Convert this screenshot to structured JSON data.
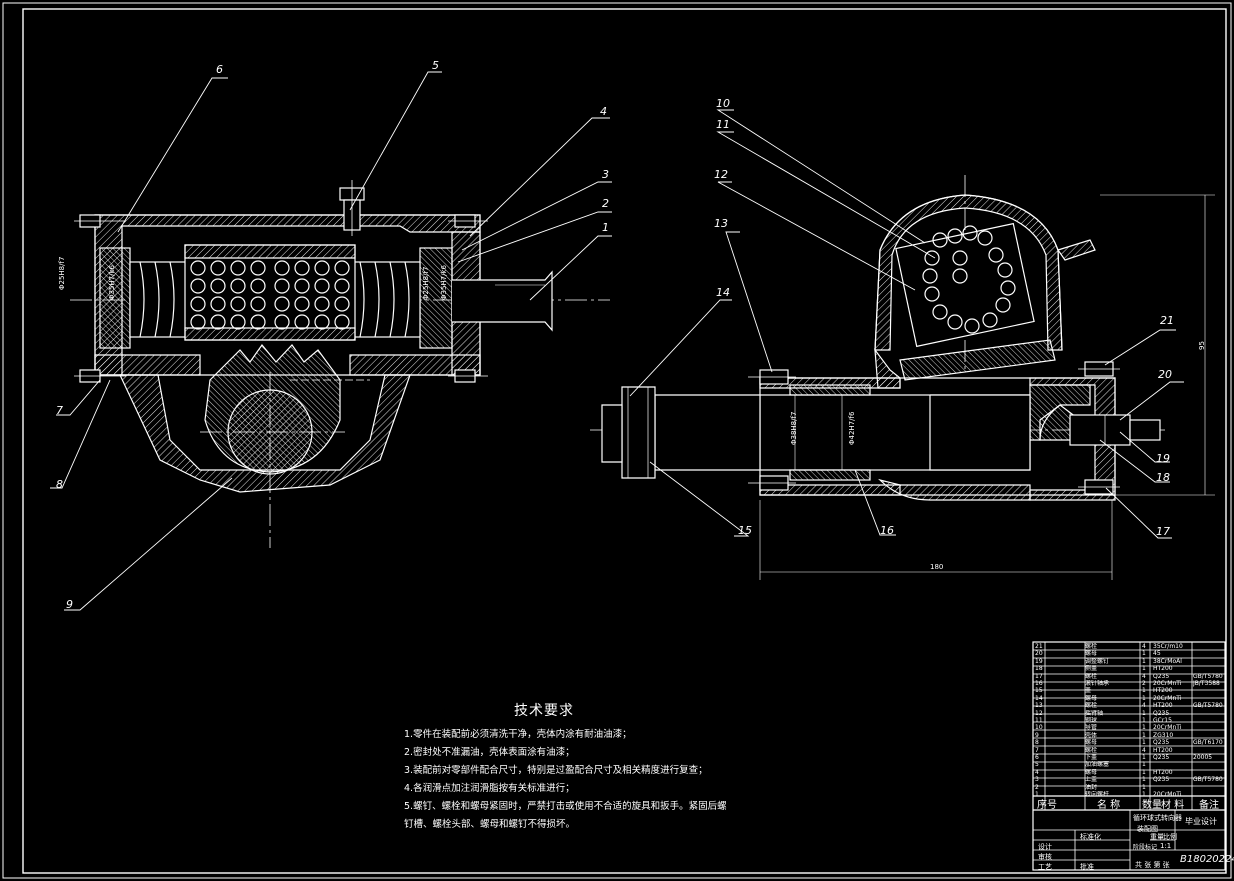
{
  "balloons": [
    "1",
    "2",
    "3",
    "4",
    "5",
    "6",
    "7",
    "8",
    "9",
    "10",
    "11",
    "12",
    "13",
    "14",
    "15",
    "16",
    "17",
    "18",
    "19",
    "20",
    "21"
  ],
  "dims": {
    "d1": "Φ25H8/f7",
    "d2": "Φ35H7/k6",
    "d3": "Φ25H8/f7",
    "d4": "Φ35H7/k6",
    "d5": "Φ38H8/f7",
    "d6": "Φ42H7/f6",
    "height": "95",
    "length": "180"
  },
  "notes": {
    "title": "技术要求",
    "lines": [
      "1.零件在装配前必须清洗干净，壳体内涂有耐油油漆；",
      "2.密封处不准漏油，壳体表面涂有油漆；",
      "3.装配前对零部件配合尺寸，特别是过盈配合尺寸及相关精度进行复查；",
      "4.各润滑点加注润滑脂按有关标准进行；",
      "5.螺钉、螺栓和螺母紧固时，严禁打击或使用不合适的旋具和扳手。紧固后螺",
      "钉槽、螺栓头部、螺母和螺钉不得损坏。"
    ]
  },
  "bom": {
    "rows": [
      {
        "no": "21",
        "name": "螺栓",
        "qty": "4",
        "mat": "35Cr/m10",
        "rem": ""
      },
      {
        "no": "20",
        "name": "螺母",
        "qty": "1",
        "mat": "45",
        "rem": ""
      },
      {
        "no": "19",
        "name": "调整螺钉",
        "qty": "1",
        "mat": "38CrMoAl",
        "rem": ""
      },
      {
        "no": "18",
        "name": "侧盖",
        "qty": "1",
        "mat": "HT200",
        "rem": ""
      },
      {
        "no": "17",
        "name": "螺栓",
        "qty": "4",
        "mat": "Q235",
        "rem": "GB/T5780"
      },
      {
        "no": "16",
        "name": "滚针轴承",
        "qty": "2",
        "mat": "20CrMnTi",
        "rem": "JB/T3588"
      },
      {
        "no": "15",
        "name": "盖",
        "qty": "1",
        "mat": "HT200",
        "rem": ""
      },
      {
        "no": "14",
        "name": "螺母",
        "qty": "1",
        "mat": "20CrMnTi",
        "rem": ""
      },
      {
        "no": "13",
        "name": "螺栓",
        "qty": "4",
        "mat": "HT200",
        "rem": "GB/T5780"
      },
      {
        "no": "12",
        "name": "摇臂轴",
        "qty": "1",
        "mat": "Q235",
        "rem": ""
      },
      {
        "no": "11",
        "name": "钢球",
        "qty": "1",
        "mat": "GCr15",
        "rem": ""
      },
      {
        "no": "10",
        "name": "导管",
        "qty": "1",
        "mat": "20CrMnTi",
        "rem": ""
      },
      {
        "no": "9",
        "name": "壳体",
        "qty": "1",
        "mat": "ZG310",
        "rem": ""
      },
      {
        "no": "8",
        "name": "螺母",
        "qty": "1",
        "mat": "Q235",
        "rem": "GB/T6170"
      },
      {
        "no": "7",
        "name": "螺栓",
        "qty": "4",
        "mat": "HT200",
        "rem": ""
      },
      {
        "no": "6",
        "name": "下盖",
        "qty": "1",
        "mat": "Q235",
        "rem": "20005"
      },
      {
        "no": "5",
        "name": "加油螺塞",
        "qty": "1",
        "mat": "",
        "rem": ""
      },
      {
        "no": "4",
        "name": "螺母",
        "qty": "1",
        "mat": "HT200",
        "rem": ""
      },
      {
        "no": "3",
        "name": "上盖",
        "qty": "1",
        "mat": "Q235",
        "rem": "GB/T5780"
      },
      {
        "no": "2",
        "name": "油封",
        "qty": "1",
        "mat": "",
        "rem": ""
      },
      {
        "no": "1",
        "name": "转向螺杆",
        "qty": "1",
        "mat": "20CrMnTi",
        "rem": ""
      }
    ],
    "header": {
      "no": "序号",
      "name": "名 称",
      "qty": "数量",
      "mat": "材 料",
      "rem": "备注"
    }
  },
  "title_block": {
    "part_name": "循环球式转向器",
    "sub_name": "装配图",
    "school": "毕业设计",
    "drawing_no": "B18020224",
    "scale": "1:1",
    "labels": {
      "design": "设计",
      "check": "审核",
      "process": "工艺",
      "approve": "批准",
      "standard": "标准化",
      "stage": "阶段标记",
      "weight": "重量",
      "scale_label": "比例",
      "sheet": "共 张 第 张"
    }
  },
  "colors": {
    "background": "#000000",
    "lines": "#ffffff",
    "frame": "#ffffff"
  }
}
